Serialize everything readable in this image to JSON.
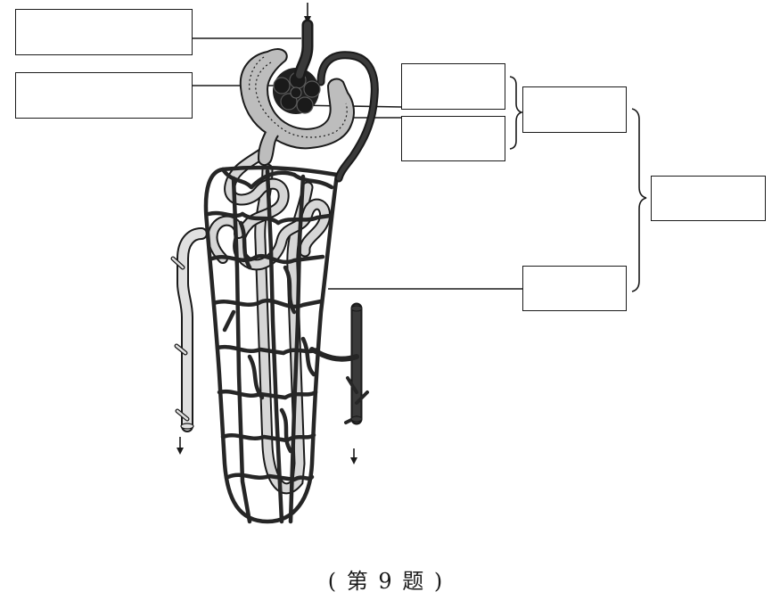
{
  "figure": {
    "caption": "( 第 9 题 )",
    "label_boxes": [
      {
        "id": "box-1",
        "text": ""
      },
      {
        "id": "box-2",
        "text": ""
      },
      {
        "id": "box-3",
        "text": ""
      },
      {
        "id": "box-4",
        "text": ""
      },
      {
        "id": "box-5",
        "text": ""
      },
      {
        "id": "box-6",
        "text": ""
      },
      {
        "id": "box-7",
        "text": ""
      }
    ]
  },
  "colors": {
    "ink": "#1a1a1a",
    "vessel_dark": "#262626",
    "tubule_light": "#d9d9d9",
    "capsule_fill": "#bdbdbd",
    "background": "#ffffff"
  }
}
